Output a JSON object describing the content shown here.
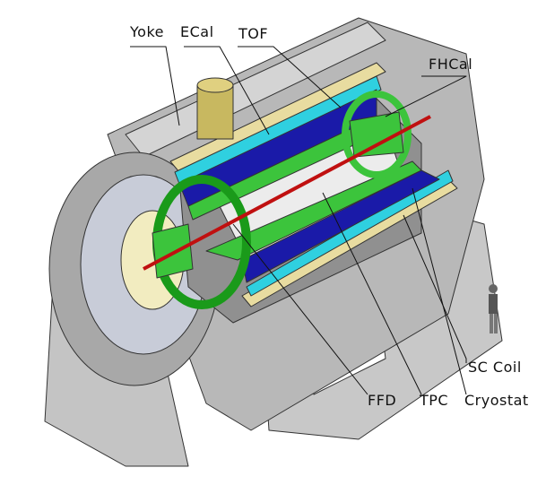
{
  "labels": {
    "yoke": "Yoke",
    "ecal": "ECal",
    "tof": "TOF",
    "fhcal": "FHCal",
    "sc_coil": "SC Coil",
    "ffd": "FFD",
    "tpc": "TPC",
    "cryostat": "Cryostat"
  },
  "colors": {
    "yoke": "#b8b8b8",
    "ecal": "#1a1aa8",
    "tof": "#2fd0e0",
    "tpc": "#e8e8e0",
    "fhcal": "#3cc43c",
    "beam": "#c01010",
    "cryostat": "#e8dca0"
  }
}
